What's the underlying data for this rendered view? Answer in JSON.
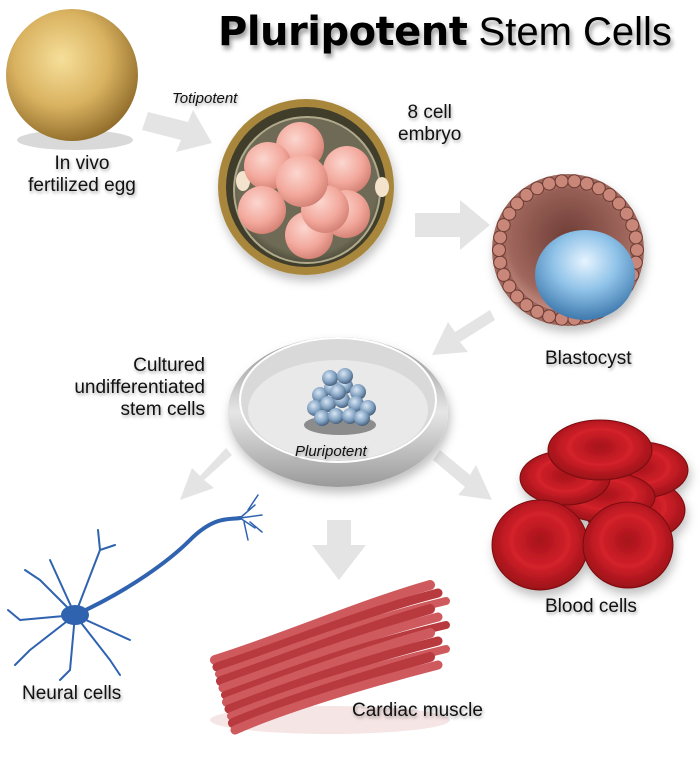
{
  "title": {
    "bold": "Pluripotent",
    "regular": "Stem Cells"
  },
  "stages": {
    "egg": {
      "label_line1": "In vivo",
      "label_line2": "fertilized egg"
    },
    "totipotent": {
      "label": "Totipotent"
    },
    "embryo": {
      "label_line1": "8 cell",
      "label_line2": "embryo"
    },
    "blastocyst": {
      "label": "Blastocyst"
    },
    "cultured": {
      "label_line1": "Cultured",
      "label_line2": "undifferentiated",
      "label_line3": "stem cells",
      "dish_label": "Pluripotent"
    },
    "neural": {
      "label": "Neural cells"
    },
    "cardiac": {
      "label": "Cardiac muscle"
    },
    "blood": {
      "label": "Blood cells"
    }
  },
  "colors": {
    "egg": "#d9b260",
    "embryo_shell": "#a8873d",
    "embryo_cell": "#f3a89c",
    "blastocyst": "#b8776c",
    "inner_mass": "#8fc2e8",
    "dish": "#c9c9c9",
    "stem_cell": "#7f9fbf",
    "neuron": "#2f63b0",
    "muscle": "#b83a3f",
    "blood": "#c8141c",
    "arrow": "#e4e4e4"
  }
}
